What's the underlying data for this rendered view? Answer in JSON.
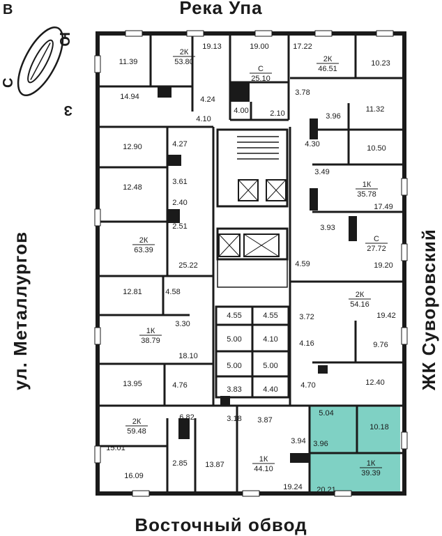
{
  "streets": {
    "top": "Река Упа",
    "bottom": "Восточный обвод",
    "left": "ул. Металлургов",
    "right": "ЖК Суворовский"
  },
  "compass": {
    "n": "С",
    "s": "Ю",
    "e": "В",
    "w": "З"
  },
  "highlight_color": "#7fd1c4",
  "apartments": [
    {
      "id": "a1",
      "type": "2К",
      "area": "53.80",
      "rooms": [
        "11.39",
        "19.13",
        "14.94",
        "4.24",
        "4.10"
      ]
    },
    {
      "id": "a2",
      "type": "С",
      "area": "25.10",
      "rooms": [
        "19.00",
        "4.00",
        "2.10"
      ]
    },
    {
      "id": "a3",
      "type": "2К",
      "area": "46.51",
      "rooms": [
        "17.22",
        "10.23",
        "3.78",
        "3.96",
        "11.32"
      ]
    },
    {
      "id": "a4",
      "type": "",
      "area": "",
      "rooms": [
        "12.90",
        "4.27",
        "12.48",
        "3.61",
        "2.40",
        "2.51"
      ]
    },
    {
      "id": "a5",
      "type": "2К",
      "area": "63.39",
      "rooms": [
        "25.22"
      ]
    },
    {
      "id": "a6",
      "type": "1К",
      "area": "35.78",
      "rooms": [
        "4.30",
        "10.50",
        "3.49",
        "17.49"
      ]
    },
    {
      "id": "a7",
      "type": "С",
      "area": "27.72",
      "rooms": [
        "3.93",
        "4.59",
        "19.20"
      ]
    },
    {
      "id": "a8",
      "type": "1К",
      "area": "38.79",
      "rooms": [
        "12.81",
        "4.58",
        "3.30",
        "18.10"
      ]
    },
    {
      "id": "a9",
      "type": "2К",
      "area": "54.16",
      "rooms": [
        "3.72",
        "19.42",
        "4.16",
        "9.76",
        "4.70",
        "12.40"
      ]
    },
    {
      "id": "a10",
      "type": "2К",
      "area": "59.48",
      "rooms": [
        "13.95",
        "4.76",
        "6.82",
        "15.01",
        "16.09",
        "2.85"
      ]
    },
    {
      "id": "a11",
      "type": "1К",
      "area": "44.10",
      "rooms": [
        "3.18",
        "3.87",
        "13.87",
        "3.94",
        "19.24"
      ]
    },
    {
      "id": "a12",
      "type": "1К",
      "area": "39.39",
      "rooms": [
        "5.04",
        "10.18",
        "3.96",
        "20.21"
      ],
      "highlighted": true
    }
  ],
  "storage": [
    "4.55",
    "4.55",
    "5.00",
    "4.10",
    "5.00",
    "5.00",
    "3.83",
    "4.40"
  ]
}
